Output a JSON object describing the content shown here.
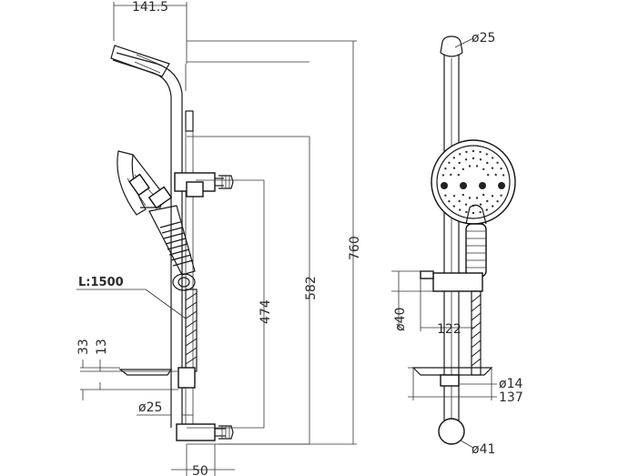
{
  "drawing": {
    "labels": {
      "top_width": "141.5",
      "total_height": "760",
      "bar_height": "582",
      "holder_height": "474",
      "hose_length": "L:1500",
      "soap_dish_33": "33",
      "soap_dish_13": "13",
      "bar_diameter_side": "ø25",
      "base_width": "50",
      "top_pipe_diameter": "ø25",
      "holder_diameter": "ø40",
      "holder_offset": "122",
      "dish_diameter": "ø14",
      "dish_projection": "137",
      "knob_diameter": "ø41"
    }
  }
}
